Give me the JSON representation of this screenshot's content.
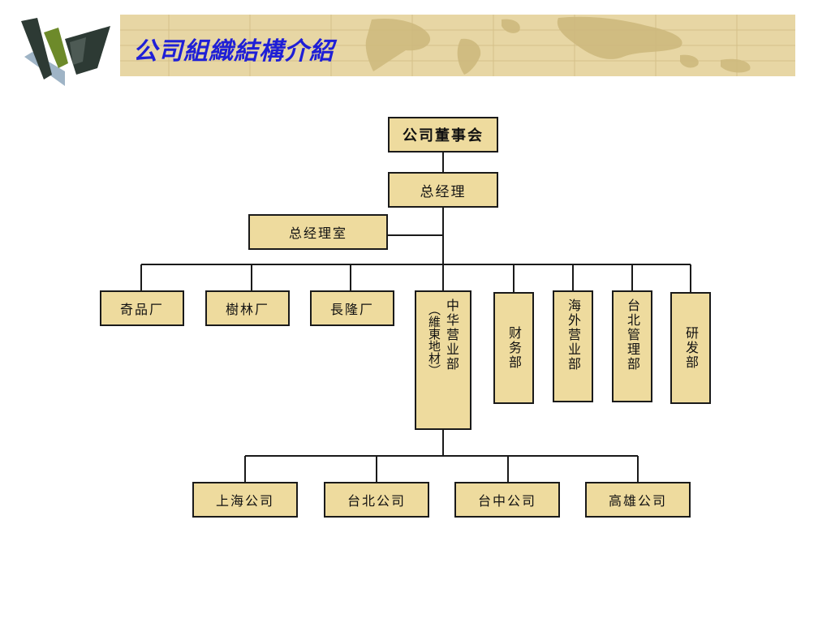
{
  "header": {
    "title": "公司組織結構介紹"
  },
  "org_chart": {
    "board": "公司董事会",
    "general_manager": "总经理",
    "gm_office": "总经理室",
    "factories": [
      "奇品厂",
      "樹林厂",
      "長隆厂"
    ],
    "central_division": {
      "main": "中华营业部",
      "sub": "（維東地材）"
    },
    "departments": [
      "财务部",
      "海外营业部",
      "台北管理部",
      "研发部"
    ],
    "branches": [
      "上海公司",
      "台北公司",
      "台中公司",
      "高雄公司"
    ]
  },
  "colors": {
    "box_fill": "#eedb9e",
    "box_border": "#1a1a1a",
    "title": "#1f1fd6",
    "banner": "#e7d6a4",
    "logo_dark": "#2d3a34",
    "logo_green": "#6d8a2a",
    "logo_light": "#9fb4c6"
  },
  "icons": {
    "logo": "w-logo-icon",
    "banner": "world-map-banner"
  }
}
